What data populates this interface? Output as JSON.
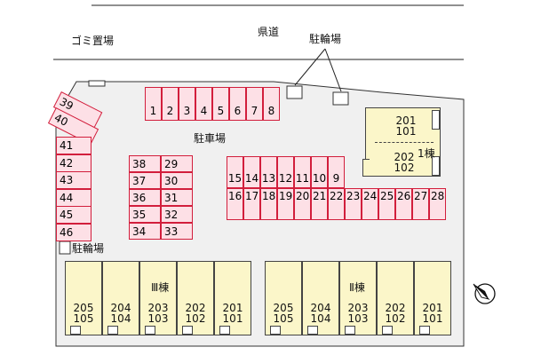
{
  "labels": {
    "prefectural_road": "県道",
    "bicycle_parking_top": "駐輪場",
    "garbage": "ゴミ置場",
    "parking_lot": "駐車場",
    "bicycle_parking_left": "駐輪場",
    "building_1": "1棟",
    "building_2": "Ⅱ棟",
    "building_3": "Ⅲ棟"
  },
  "parking": {
    "top_row": [
      "1",
      "2",
      "3",
      "4",
      "5",
      "6",
      "7",
      "8"
    ],
    "left_diag": [
      "39",
      "40"
    ],
    "left_col": [
      "41",
      "42",
      "43",
      "44",
      "45",
      "46"
    ],
    "center_left": [
      "38",
      "37",
      "36",
      "35",
      "34"
    ],
    "center_right": [
      "29",
      "30",
      "31",
      "32",
      "33"
    ],
    "row_upper": [
      "15",
      "14",
      "13",
      "12",
      "11",
      "10",
      "9"
    ],
    "row_lower": [
      "16",
      "17",
      "18",
      "19",
      "20",
      "21",
      "22",
      "23",
      "24",
      "25",
      "26",
      "27",
      "28"
    ]
  },
  "building1_units": [
    {
      "top": "201",
      "bottom": "101"
    },
    {
      "top": "202",
      "bottom": "102"
    }
  ],
  "building3_units": [
    {
      "top": "205",
      "bottom": "105"
    },
    {
      "top": "204",
      "bottom": "104"
    },
    {
      "top": "203",
      "bottom": "103"
    },
    {
      "top": "202",
      "bottom": "102"
    },
    {
      "top": "201",
      "bottom": "101"
    }
  ],
  "building2_units": [
    {
      "top": "205",
      "bottom": "105"
    },
    {
      "top": "204",
      "bottom": "104"
    },
    {
      "top": "203",
      "bottom": "103"
    },
    {
      "top": "202",
      "bottom": "102"
    },
    {
      "top": "201",
      "bottom": "101"
    }
  ],
  "icons": {
    "north_arrow": "north-arrow-icon"
  },
  "colors": {
    "parking_fill": "#fde0e6",
    "parking_border": "#d21e3c",
    "building_fill": "#fbf6c9"
  }
}
